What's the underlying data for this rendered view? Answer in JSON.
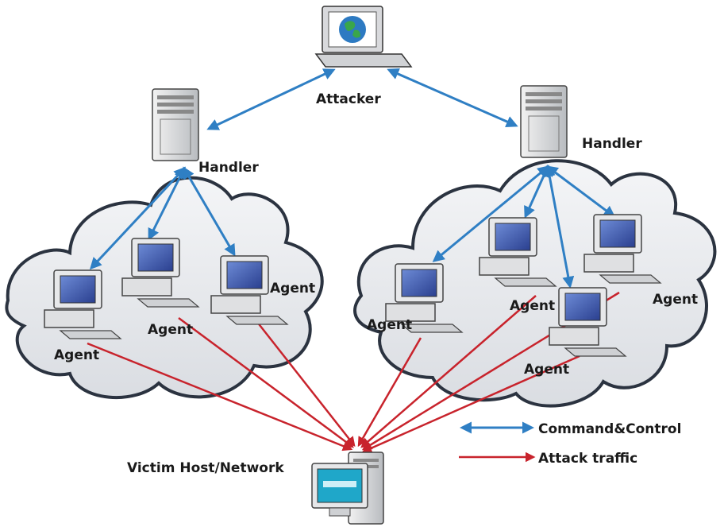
{
  "nodes": {
    "attacker": {
      "label": "Attacker"
    },
    "handler_left": {
      "label": "Handler"
    },
    "handler_right": {
      "label": "Handler"
    },
    "victim": {
      "label": "Victim Host/Network"
    },
    "agents": [
      {
        "label": "Agent"
      },
      {
        "label": "Agent"
      },
      {
        "label": "Agent"
      },
      {
        "label": "Agent"
      },
      {
        "label": "Agent"
      },
      {
        "label": "Agent"
      },
      {
        "label": "Agent"
      }
    ]
  },
  "legend": {
    "command_control": {
      "label": "Command&Control",
      "color": "#2f7fc4"
    },
    "attack_traffic": {
      "label": "Attack traffic",
      "color": "#c8232c"
    }
  },
  "icons": [
    "laptop-icon",
    "server-icon",
    "desktop-computer-icon",
    "cloud-icon"
  ]
}
